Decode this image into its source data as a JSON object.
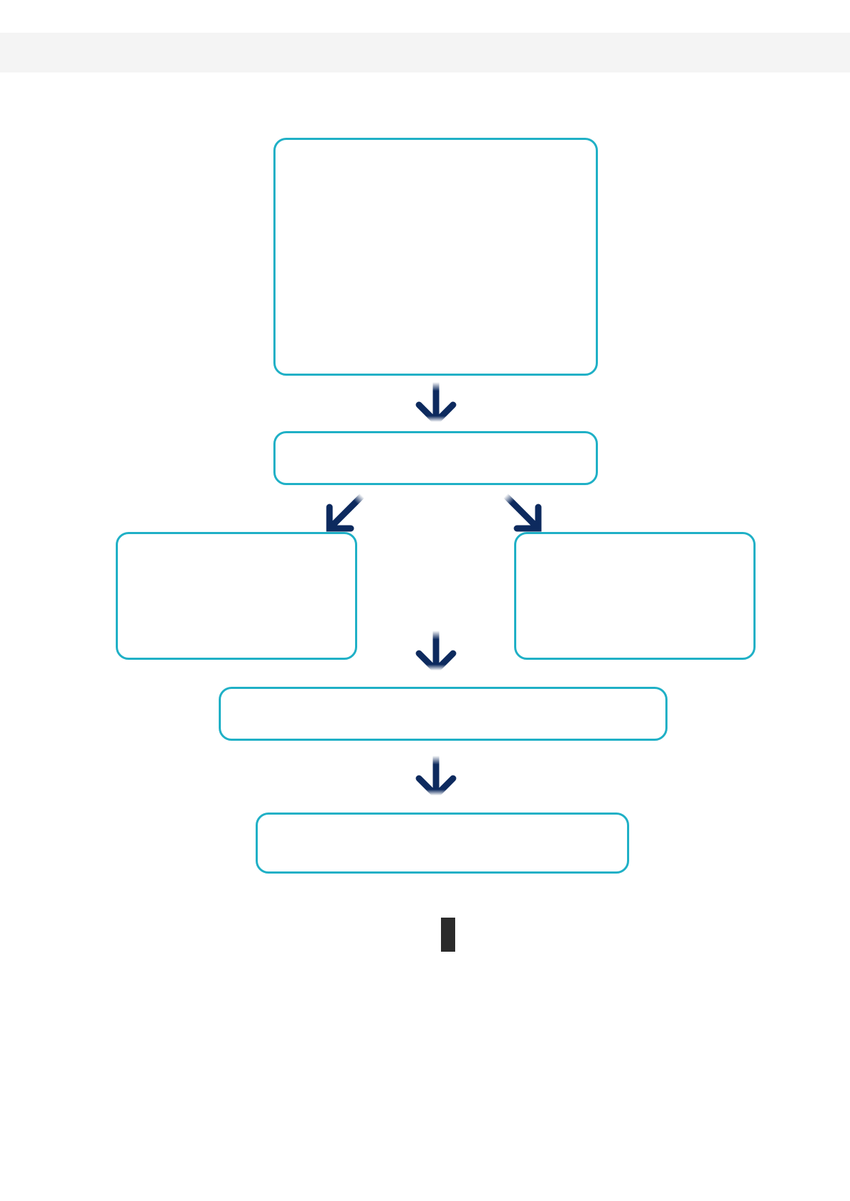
{
  "diagram": {
    "nodes": [
      {
        "id": "box-top",
        "label": ""
      },
      {
        "id": "box-mid",
        "label": ""
      },
      {
        "id": "box-left",
        "label": ""
      },
      {
        "id": "box-right",
        "label": ""
      },
      {
        "id": "box-wide",
        "label": ""
      },
      {
        "id": "box-bottom",
        "label": ""
      }
    ],
    "edges": [
      {
        "from": "box-top",
        "to": "box-mid"
      },
      {
        "from": "box-mid",
        "to": "box-left"
      },
      {
        "from": "box-mid",
        "to": "box-right"
      },
      {
        "from": "box-mid",
        "to": "box-wide"
      },
      {
        "from": "box-wide",
        "to": "box-bottom"
      }
    ],
    "colors": {
      "box_border": "#1fb0c6",
      "arrow": "#0d2a5e",
      "header_band": "#f4f4f4",
      "page_marker": "#2b2b2b"
    }
  },
  "page_marker": ""
}
